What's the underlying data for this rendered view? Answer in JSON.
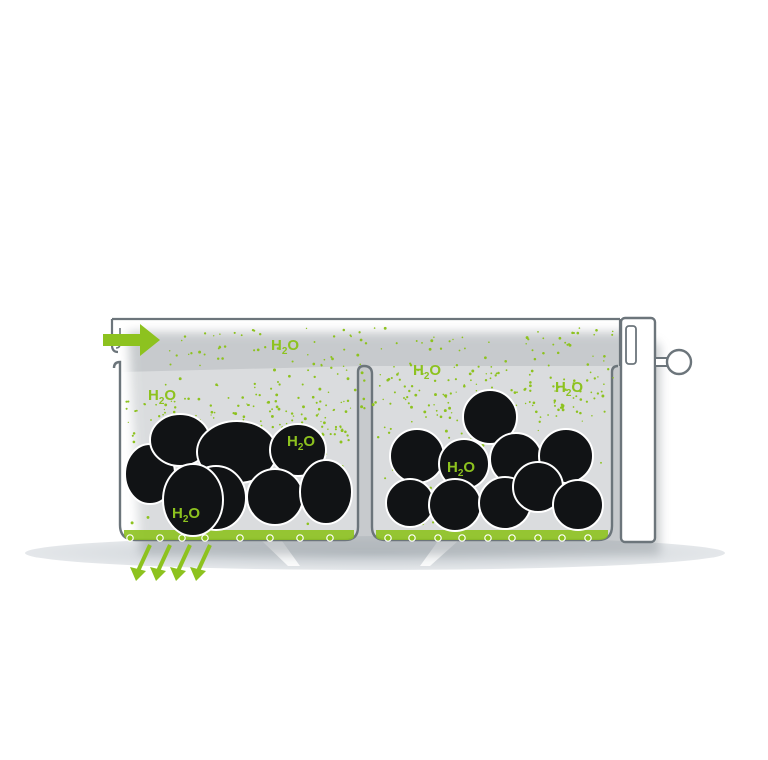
{
  "colors": {
    "accent_green": "#8dc21f",
    "container_outline": "#6c757b",
    "granule_fill": "#111315",
    "granule_outline": "#ffffff",
    "floor_shadow": "#cfd4d8",
    "background": "#ffffff"
  },
  "labels": {
    "h2o_main": "H",
    "h2o_sub": "2",
    "h2o_tail": "O"
  },
  "icons": {
    "inlet": "right-arrow-icon",
    "outlet": "diagonal-down-arrows-icon",
    "knob": "drain-knob-icon"
  },
  "chambers": [
    {
      "granule_shape": "irregular"
    },
    {
      "granule_shape": "spherical"
    }
  ]
}
